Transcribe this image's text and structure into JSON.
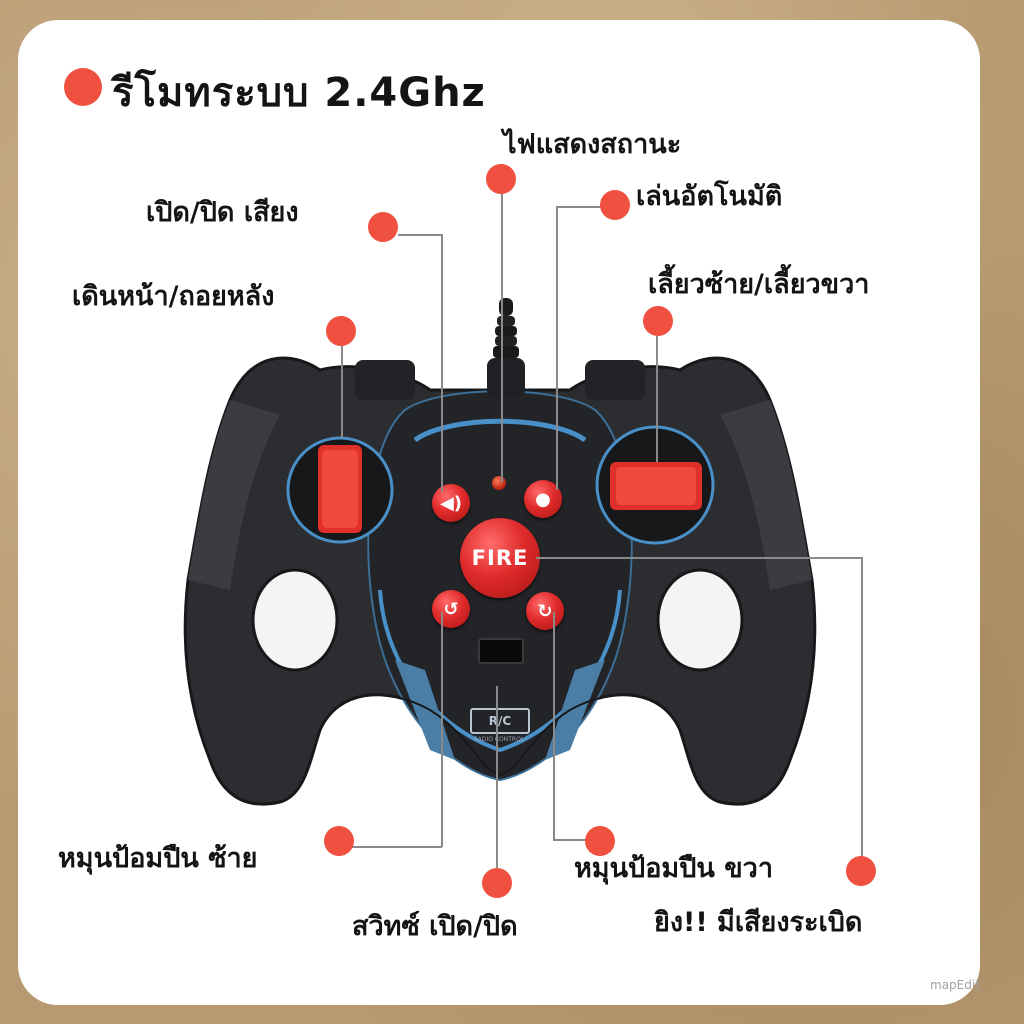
{
  "title": "รีโมทระบบ 2.4Ghz",
  "labels": {
    "status_light": "ไฟแสดงสถานะ",
    "sound_toggle": "เปิด/ปิด เสียง",
    "auto_play": "เล่นอัตโนมัติ",
    "forward_back": "เดินหน้า/ถอยหลัง",
    "turn_left_right": "เลี้ยวซ้าย/เลี้ยวขวา",
    "turret_left": "หมุนป้อมปืน ซ้าย",
    "turret_right": "หมุนป้อมปืน ขวา",
    "power_switch": "สวิทซ์ เปิด/ปิด",
    "fire_sound": "ยิง!! มีเสียงระเบิด"
  },
  "remote": {
    "fire_label": "FIRE",
    "badge": "R/C",
    "badge_sub": "RADIO CONTROL"
  },
  "watermark": "mapEdit",
  "colors": {
    "accent_dot": "#f0503f",
    "remote_body": "#2b2d31",
    "button_red": "#e02b2b",
    "trim_blue": "#4a90c8"
  },
  "icons": {
    "sound": "speaker-icon",
    "auto": "auto-icon",
    "turret_left": "rotate-left-icon",
    "turret_right": "rotate-right-icon"
  }
}
